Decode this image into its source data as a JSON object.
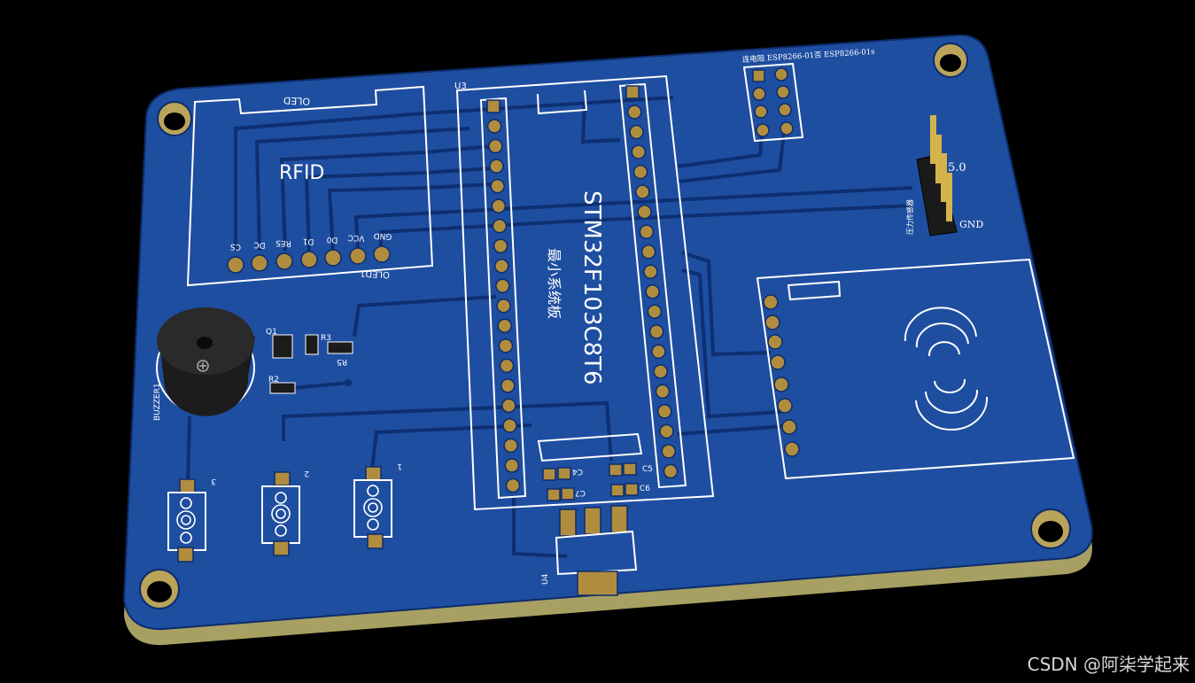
{
  "board": {
    "colors": {
      "background": "#000000",
      "soldermask": "#1e4ea0",
      "copper_pad": "#b08d3e",
      "edge": "#a8a062",
      "silkscreen": "#ffffff",
      "trace": "#0e2f72"
    },
    "esp_header_label": "连电阻 ESP8266-01否 ESP8266-01s",
    "oled": {
      "ref": "OLED1",
      "outline_label": "OLED",
      "module_label": "RFID",
      "pins": [
        "CS",
        "DC",
        "RES",
        "D1",
        "D0",
        "VCC",
        "GND"
      ]
    },
    "mcu": {
      "ref": "U3",
      "part": "STM32F103C8T6",
      "desc": "最小系统板"
    },
    "pressure_header": {
      "top_label": "5.0",
      "bottom_label": "GND",
      "side_label": "压力传感器"
    },
    "rfid_module": {
      "pin_count": 8
    },
    "buzzer": {
      "ref": "BUZZER1"
    },
    "passives": {
      "transistor": "Q1",
      "resistors": [
        "R2",
        "R3",
        "R5"
      ],
      "capacitors": [
        "C4",
        "C5",
        "C6",
        "C7"
      ]
    },
    "regulator": {
      "ref": "U4"
    },
    "buttons": [
      {
        "label": "3"
      },
      {
        "label": "2"
      },
      {
        "label": "1"
      }
    ]
  },
  "watermark": "CSDN @阿柒学起来"
}
